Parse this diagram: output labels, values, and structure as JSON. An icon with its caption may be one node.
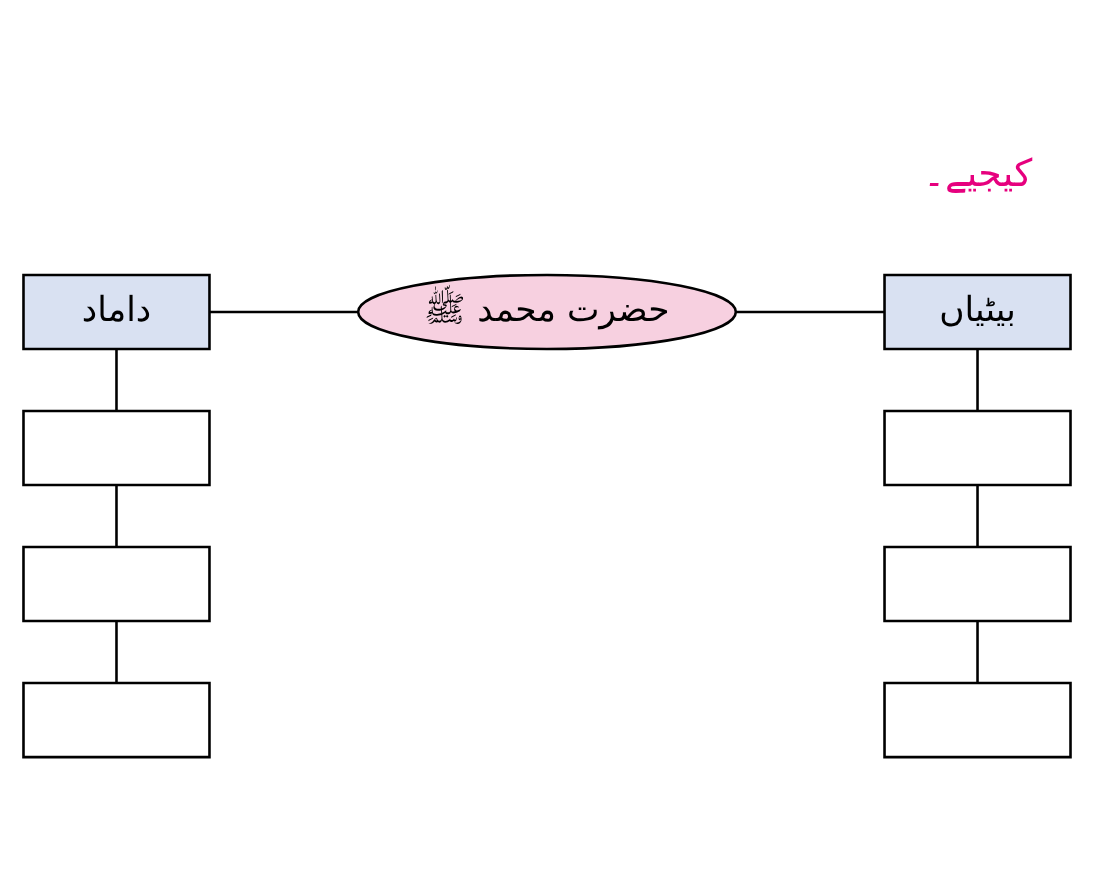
{
  "diagram": {
    "nodes": [
      {
        "text": [
          "بیٹیاں"
        ]
      },
      {
        "text": [
          "حضرت محمد ﷺ"
        ]
      },
      {
        "text": [
          "داماد"
        ]
      },
      {
        "text": [],
        "shape": "box"
      },
      {
        "text": [],
        "shape": "box"
      },
      {
        "text": [],
        "shape": "box"
      },
      {
        "text": [],
        "shape": "box"
      },
      {
        "text": [],
        "shape": "box"
      },
      {
        "text": [],
        "shape": "box"
      }
    ],
    "edges": [
      {
        "from": 1,
        "to": 0,
        "arrow": "none"
      },
      {
        "from": 1,
        "to": 2,
        "arrow": "none"
      },
      {
        "from": 0,
        "to": 3,
        "arrow": "none"
      },
      {
        "from": 3,
        "to": 4,
        "arrow": "none"
      },
      {
        "from": 4,
        "to": 5,
        "arrow": "none"
      },
      {
        "from": 2,
        "to": 6,
        "arrow": "none"
      },
      {
        "from": 6,
        "to": 7,
        "arrow": "none"
      },
      {
        "from": 7,
        "to": 8,
        "arrow": "none"
      }
    ],
    "labels": [
      "کیجیے۔"
    ]
  }
}
